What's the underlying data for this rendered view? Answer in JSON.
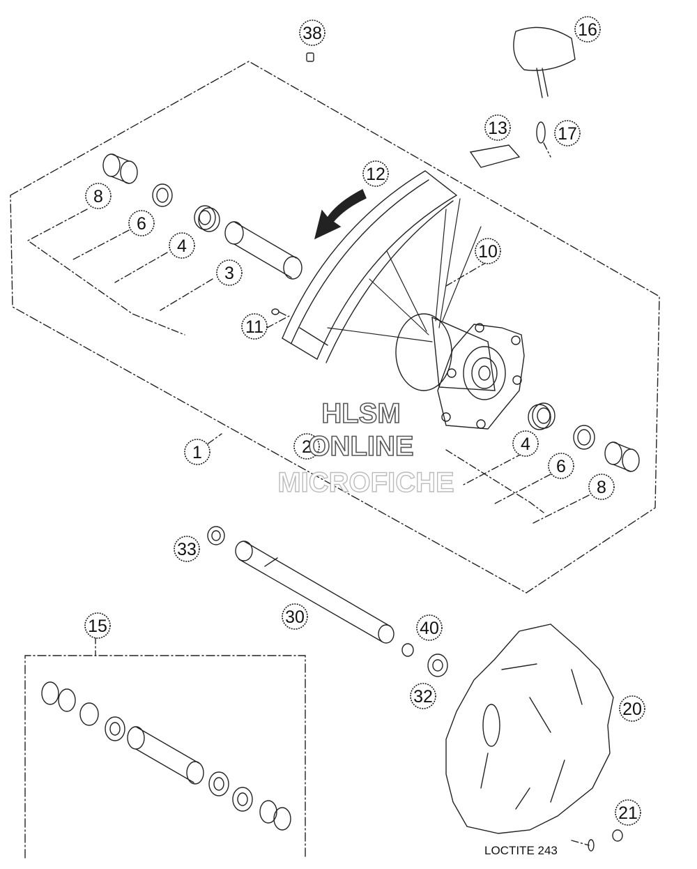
{
  "callouts": [
    "38",
    "16",
    "13",
    "17",
    "12",
    "8",
    "6",
    "4",
    "3",
    "10",
    "11",
    "1",
    "2",
    "4",
    "6",
    "8",
    "33",
    "30",
    "15",
    "40",
    "32",
    "20",
    "21"
  ],
  "watermark": {
    "line1": "HLSM",
    "line2": "ONLINE",
    "line3": "MICROFICHE"
  },
  "note": {
    "loctite": "LOCTITE 243"
  }
}
